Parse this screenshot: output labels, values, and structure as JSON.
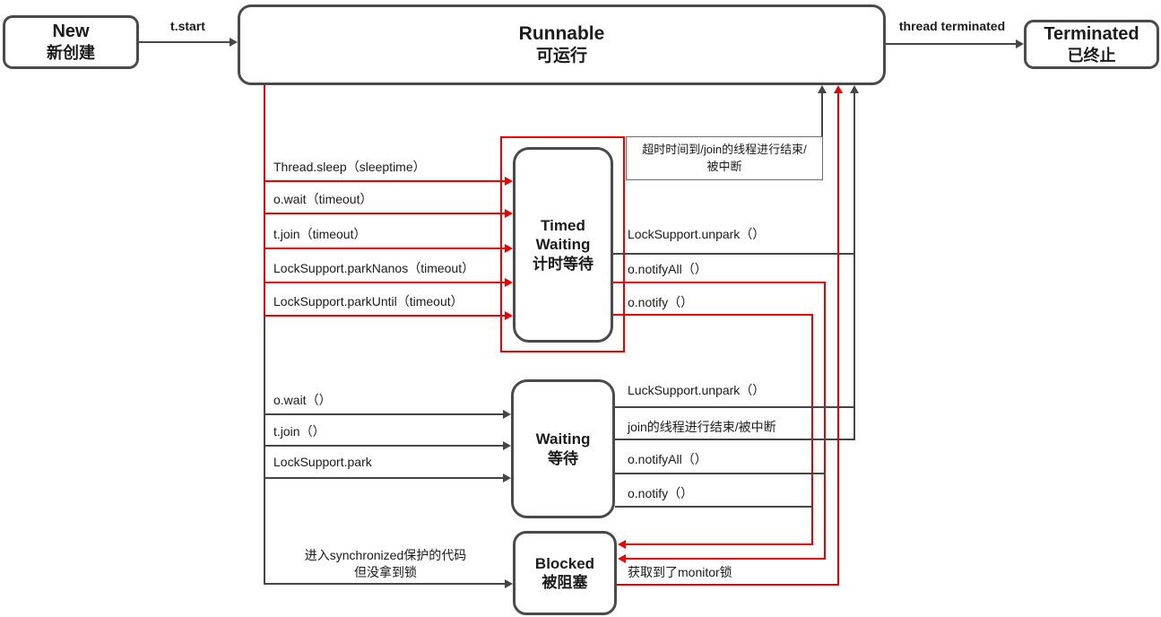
{
  "states": {
    "new": {
      "title": "New",
      "subtitle": "新创建"
    },
    "runnable": {
      "title": "Runnable",
      "subtitle": "可运行"
    },
    "terminated": {
      "title": "Terminated",
      "subtitle": "已终止"
    },
    "timed_waiting": {
      "title": "Timed Waiting",
      "subtitle": "计时等待"
    },
    "waiting": {
      "title": "Waiting",
      "subtitle": "等待"
    },
    "blocked": {
      "title": "Blocked",
      "subtitle": "被阻塞"
    }
  },
  "edges": {
    "t_start": "t.start",
    "thread_terminated": "thread terminated",
    "runnable_to_timed": [
      "Thread.sleep（sleeptime）",
      "o.wait（timeout）",
      "t.join（timeout）",
      "LockSupport.parkNanos（timeout）",
      "LockSupport.parkUntil（timeout）"
    ],
    "timed_timeout_line1": "超时时间到/join的线程进行结束/",
    "timed_timeout_line2": "被中断",
    "timed_unpark": "LockSupport.unpark（）",
    "timed_to_blocked": [
      "o.notifyAll（）",
      "o.notify（）"
    ],
    "runnable_to_waiting": [
      "o.wait（）",
      "t.join（）",
      "LockSupport.park"
    ],
    "waiting_unpark": "LuckSupport.unpark（）",
    "waiting_join_end": "join的线程进行结束/被中断",
    "waiting_to_blocked": [
      "o.notifyAll（）",
      "o.notify（）"
    ],
    "runnable_to_blocked_line1": "进入synchronized保护的代码",
    "runnable_to_blocked_line2": "但没拿到锁",
    "blocked_to_runnable": "获取到了monitor锁"
  },
  "colors": {
    "red_accent": "#ee0000",
    "line": "#454545",
    "box_border": "#4a4a4a",
    "background": "#ffffff",
    "text": "#1b1b1b"
  }
}
